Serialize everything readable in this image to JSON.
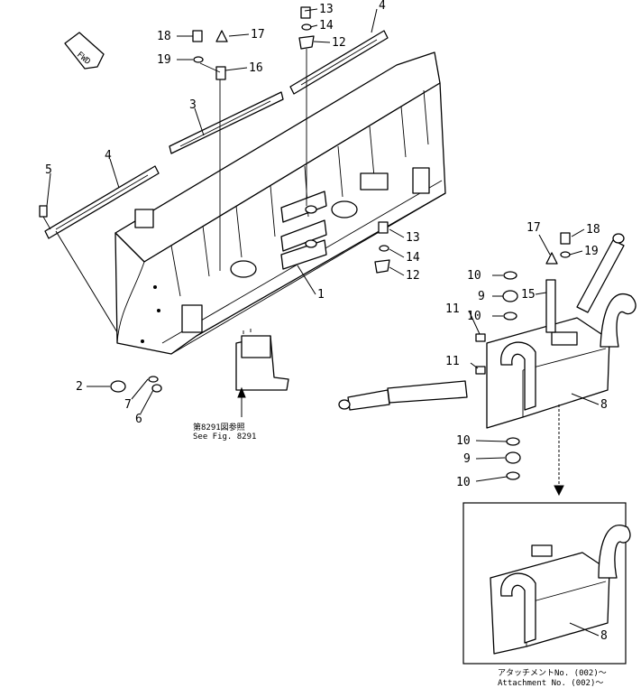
{
  "callouts": {
    "c1": "1",
    "c2": "2",
    "c3": "3",
    "c4a": "4",
    "c4b": "4",
    "c5": "5",
    "c6": "6",
    "c7": "7",
    "c8a": "8",
    "c8b": "8",
    "c9a": "9",
    "c9b": "9",
    "c10a": "10",
    "c10b": "10",
    "c10c": "10",
    "c10d": "10",
    "c11a": "11",
    "c11b": "11",
    "c12a": "12",
    "c12b": "12",
    "c13a": "13",
    "c13b": "13",
    "c14a": "14",
    "c14b": "14",
    "c15": "15",
    "c16": "16",
    "c17a": "17",
    "c17b": "17",
    "c18a": "18",
    "c18b": "18",
    "c19a": "19",
    "c19b": "19"
  },
  "fwd_label": "FWD",
  "see_fig": {
    "jp": "第8291図参照",
    "en": "See Fig. 8291"
  },
  "attachment": {
    "jp": "アタッチメントNo. (002)～",
    "en": "Attachment No. (002)～"
  }
}
